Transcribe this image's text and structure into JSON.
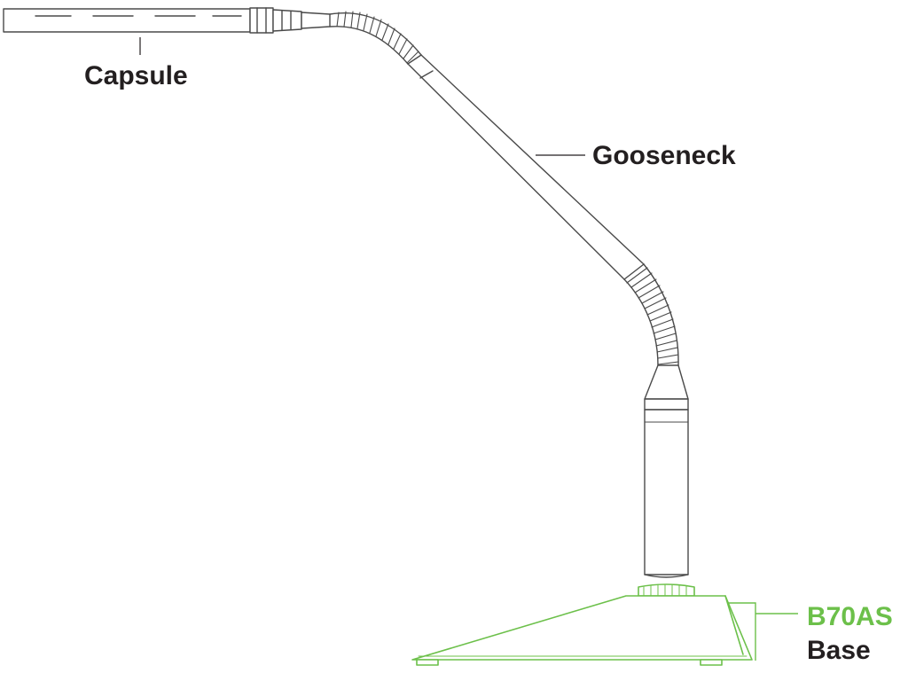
{
  "labels": {
    "capsule": "Capsule",
    "gooseneck": "Gooseneck",
    "base_model": "B70AS",
    "base": "Base"
  },
  "colors": {
    "line": "#231f20",
    "accent": "#6cc04a",
    "background": "#ffffff"
  }
}
